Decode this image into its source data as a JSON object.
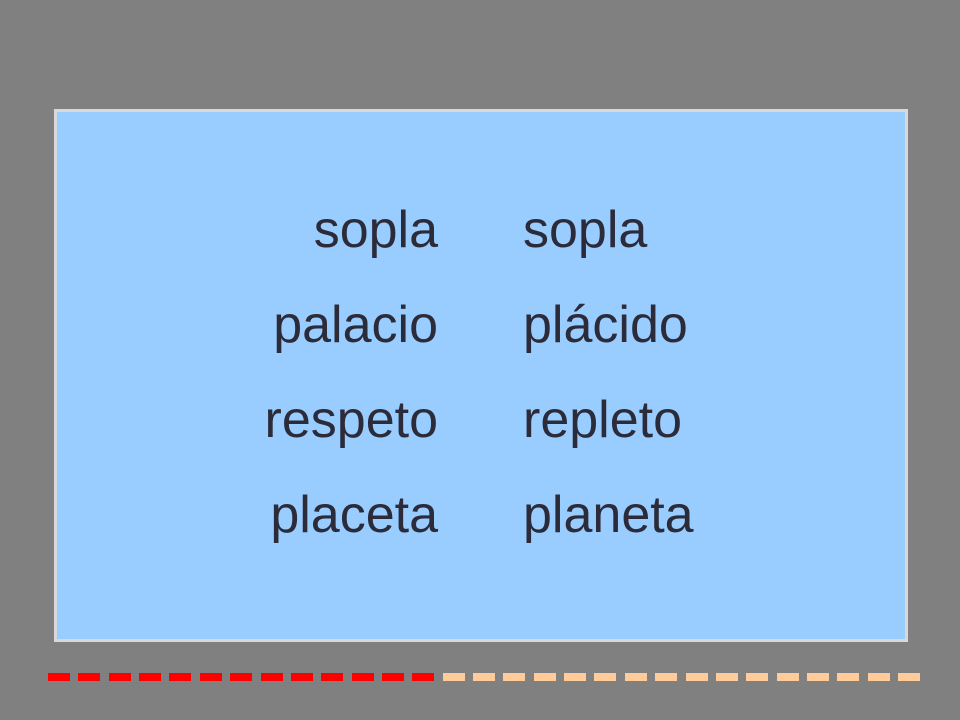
{
  "word_pairs": [
    {
      "left": "sopla",
      "right": "sopla"
    },
    {
      "left": "palacio",
      "right": "plácido"
    },
    {
      "left": "respeto",
      "right": "repleto"
    },
    {
      "left": "placeta",
      "right": "planeta"
    }
  ],
  "colors": {
    "background": "#808080",
    "panel": "#99ccff",
    "panel_border": "#d9d9d9",
    "text": "#2b2b3a",
    "dash_red": "#ff0000",
    "dash_orange": "#ffcc99"
  },
  "progress": {
    "completed_segments": 13,
    "total_segments": 29
  }
}
